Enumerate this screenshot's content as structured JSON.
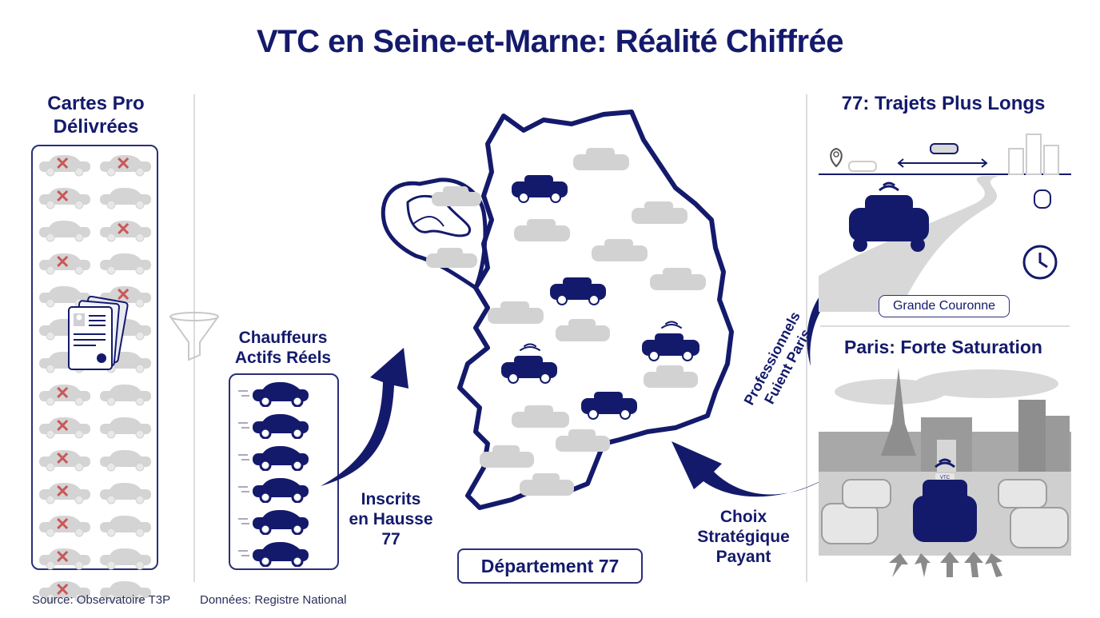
{
  "title": "VTC en Seine-et-Marne: Réalité Chiffrée",
  "colors": {
    "navy": "#141a6b",
    "gray": "#cccccc",
    "red_x": "#c95858",
    "divider": "#dcdcdc"
  },
  "left_panel": {
    "heading_line1": "Cartes Pro",
    "heading_line2": "Délivrées",
    "grid": {
      "rows": 14,
      "columns": 2,
      "crossed": [
        [
          true,
          true
        ],
        [
          true,
          false
        ],
        [
          false,
          true
        ],
        [
          true,
          false
        ],
        [
          false,
          true
        ],
        [
          false,
          false
        ],
        [
          false,
          false
        ],
        [
          true,
          false
        ],
        [
          true,
          false
        ],
        [
          true,
          false
        ],
        [
          true,
          false
        ],
        [
          true,
          false
        ],
        [
          true,
          false
        ],
        [
          true,
          false
        ]
      ]
    },
    "document_icon": "license-card-stack-icon",
    "funnel_icon": "funnel-icon"
  },
  "active_panel": {
    "heading_line1": "Chauffeurs",
    "heading_line2": "Actifs Réels",
    "car_count": 6
  },
  "arrow_label": {
    "line1": "Inscrits",
    "line2": "en Hausse",
    "line3": "77"
  },
  "map": {
    "label": "Département 77",
    "icon": "seine-et-marne-map-icon"
  },
  "flow": {
    "curved_text_line1": "Professionnels",
    "curved_text_line2": "Fuient Paris",
    "label_line1": "Choix",
    "label_line2": "Stratégique",
    "label_line3": "Payant"
  },
  "right_top": {
    "heading": "77: Trajets Plus Longs",
    "badge": "Grande Couronne"
  },
  "right_bottom": {
    "heading": "Paris: Forte Saturation",
    "taxi_sign": "VTC"
  },
  "footer": {
    "source": "Source: Observatoire T3P",
    "data": "Données: Registre National"
  }
}
